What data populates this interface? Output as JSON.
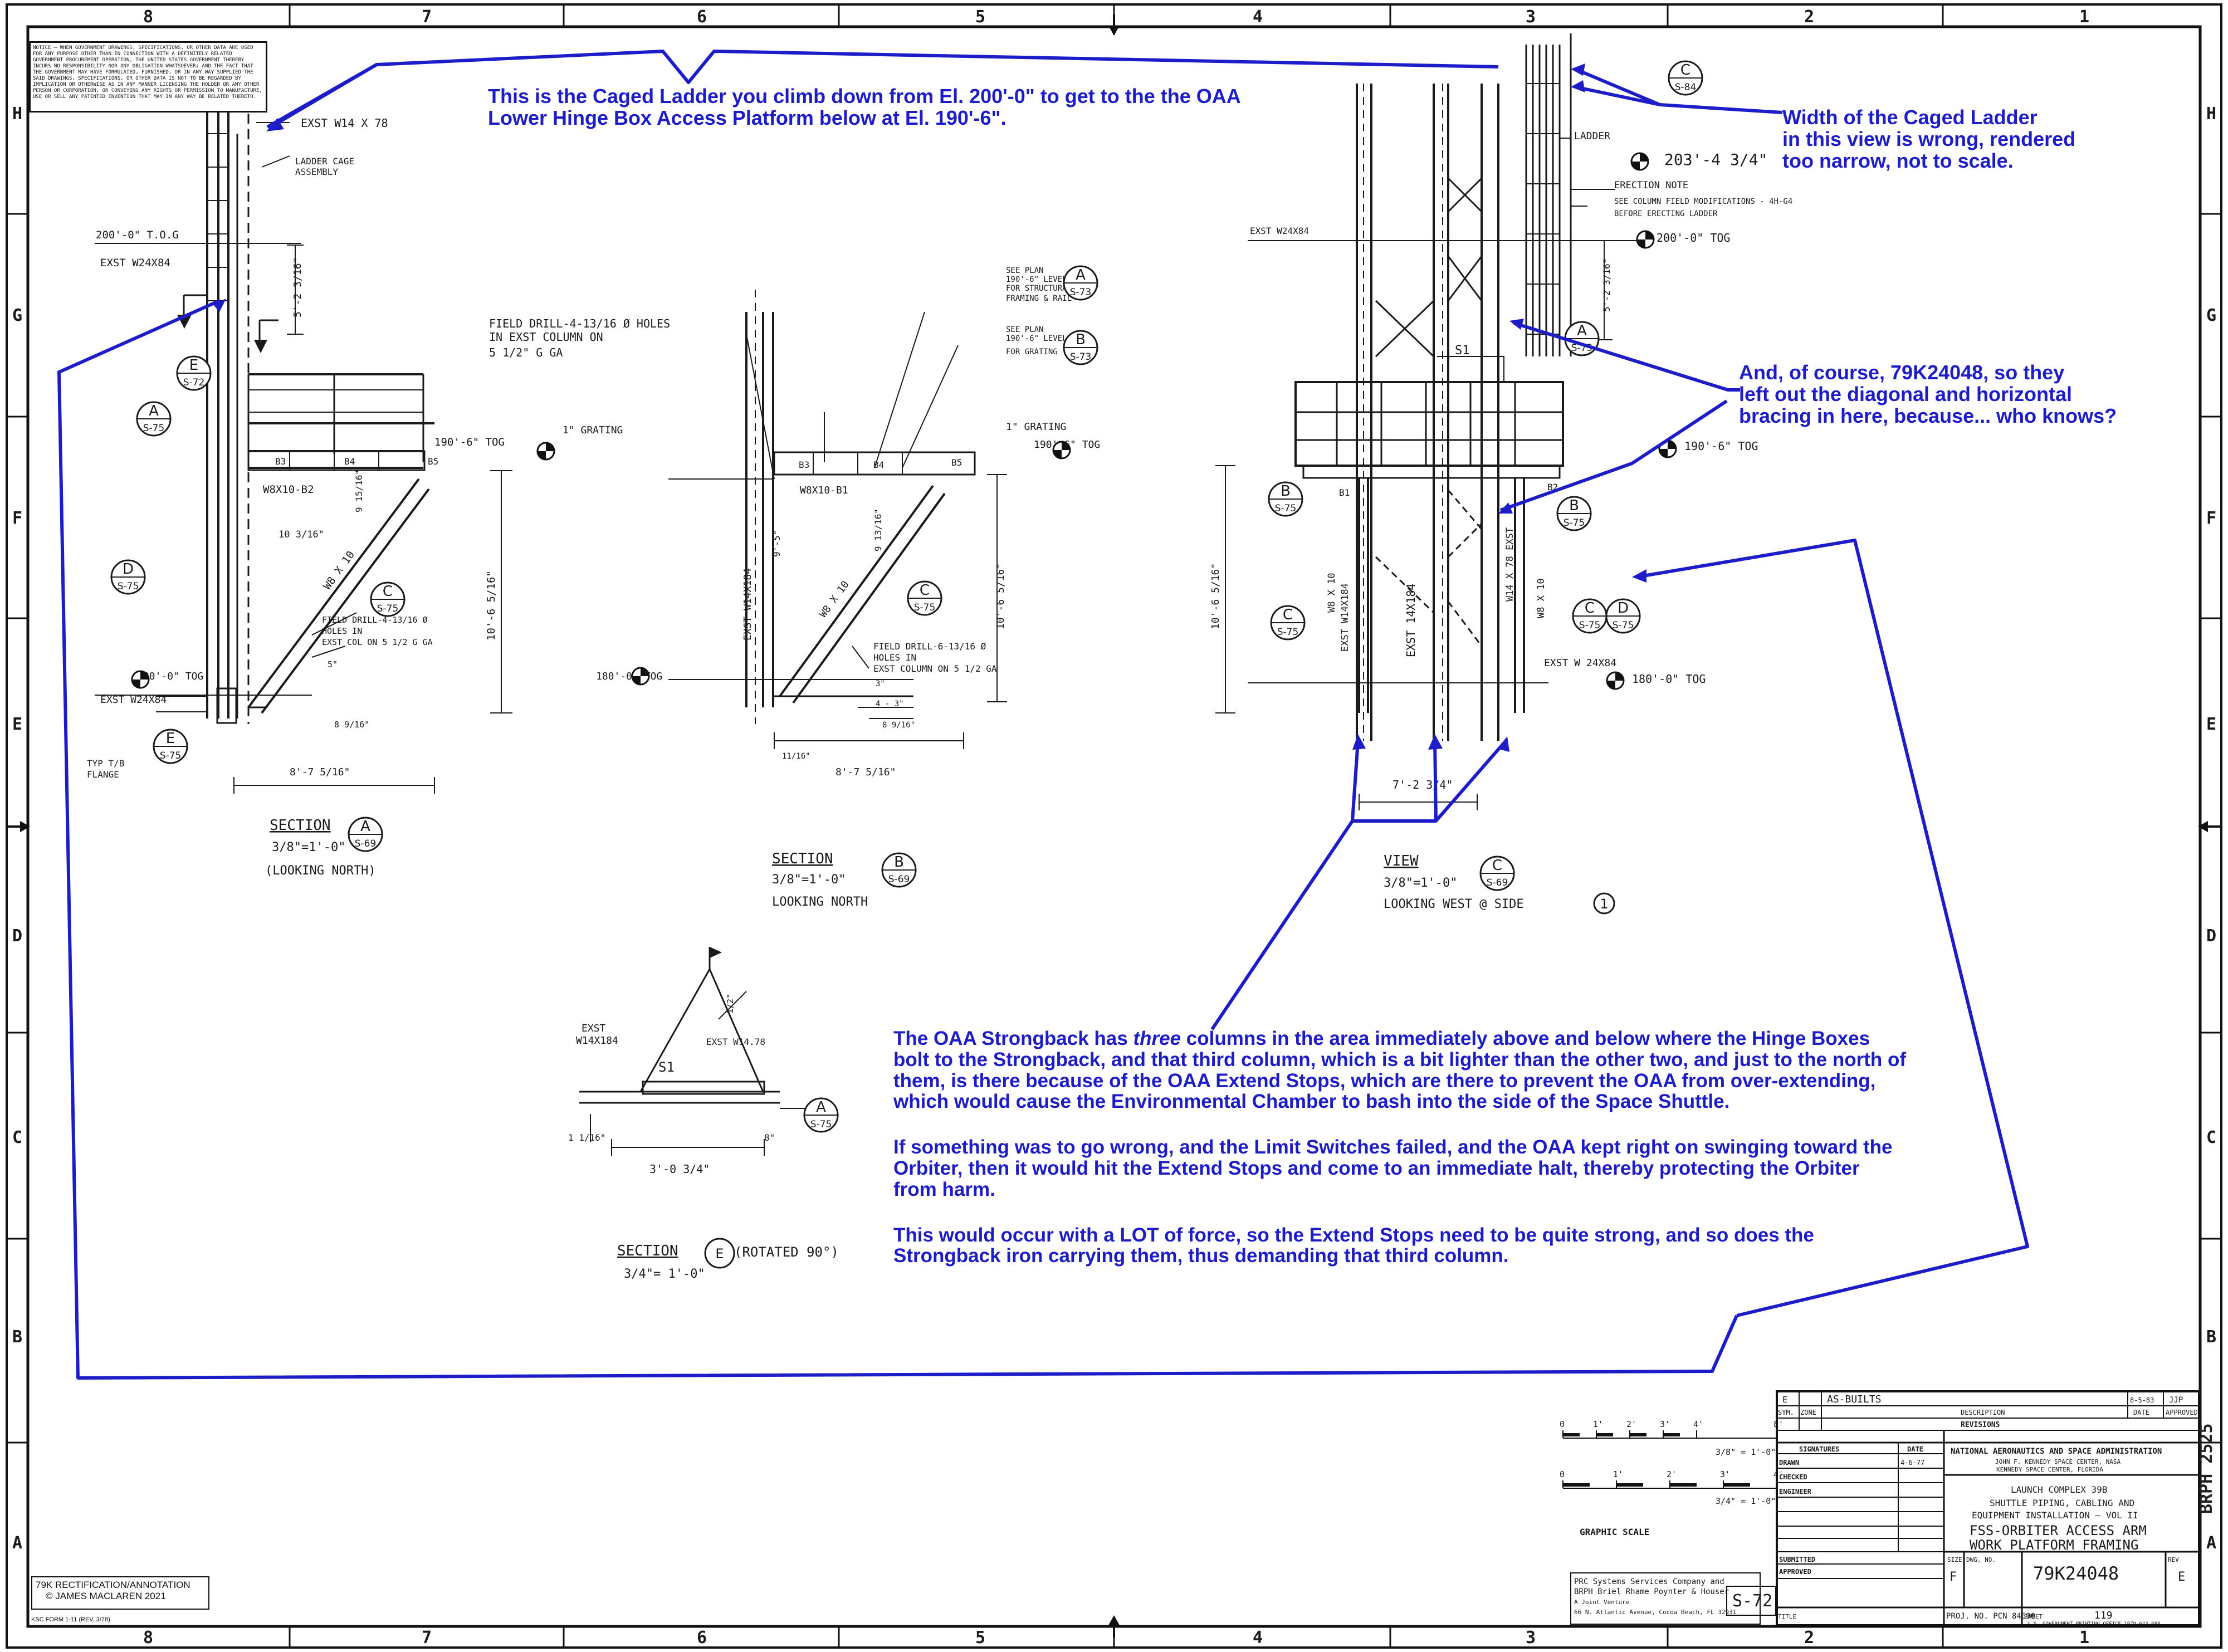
{
  "border": {
    "columns": [
      "8",
      "7",
      "6",
      "5",
      "4",
      "3",
      "2",
      "1"
    ],
    "rows": [
      "H",
      "G",
      "F",
      "E",
      "D",
      "C",
      "B",
      "A"
    ]
  },
  "warning_notice": "NOTICE — WHEN GOVERNMENT DRAWINGS, SPECIFICATIONS, OR OTHER DATA ARE USED FOR ANY PURPOSE OTHER THAN IN CONNECTION WITH A DEFINITELY RELATED GOVERNMENT PROCUREMENT OPERATION, THE UNITED STATES GOVERNMENT THEREBY INCURS NO RESPONSIBILITY NOR ANY OBLIGATION WHATSOEVER; AND THE FACT THAT THE GOVERNMENT MAY HAVE FORMULATED, FURNISHED, OR IN ANY WAY SUPPLIED THE SAID DRAWINGS, SPECIFICATIONS, OR OTHER DATA IS NOT TO BE REGARDED BY IMPLICATION OR OTHERWISE AS IN ANY MANNER LICENSING THE HOLDER OR ANY OTHER PERSON OR CORPORATION, OR CONVEYING ANY RIGHTS OR PERMISSION TO MANUFACTURE, USE OR SELL ANY PATENTED INVENTION THAT MAY IN ANY WAY BE RELATED THERETO.",
  "section_a": {
    "exst_top": "EXST W14 X 78",
    "ladder_cage": "LADDER CAGE",
    "assembly": "ASSEMBLY",
    "tog200": "200'-0\" T.O.G",
    "exst_w24": "EXST W24X84",
    "dim_5_2": "5'-2 3/16\"",
    "grating": "1\" GRATING",
    "tog190": "190'-6\" TOG",
    "b3": "B3",
    "b4": "B4",
    "b5": "B5",
    "w8_b2": "W8X10-B2",
    "w8_diag": "W8 X 10",
    "dim_10_3": "10 3/16\"",
    "dim_9": "9 15/16\"",
    "field_drill_1": "FIELD DRILL-4-13/16 Ø",
    "field_drill_2": "HOLES IN",
    "field_drill_3": "EXST COL ON 5 1/2 G GA",
    "dim_10_6": "10'-6 5/16\"",
    "tog180": "180'-0\" TOG",
    "exst_w24_b": "EXST W24X84",
    "typ_1": "TYP T/B",
    "typ_2": "FLANGE",
    "dim_8_7": "8'-7 5/16\"",
    "dim_5": "5\"",
    "dim_8": "8 9/16\"",
    "title": "SECTION",
    "scale": "3/8\"=1'-0\"",
    "looking": "(LOOKING NORTH)"
  },
  "section_b": {
    "field_drill_1": "FIELD DRILL-4-13/16 Ø HOLES",
    "field_drill_2": "IN EXST COLUMN ON",
    "field_drill_3": "5 1/2\" G GA",
    "see_plan_a_1": "SEE PLAN",
    "see_plan_a_2": "190'-6\" LEVEL",
    "see_plan_a_3": "FOR STRUCTURAL",
    "see_plan_a_4": "FRAMING & RAIL",
    "see_plan_b_1": "SEE PLAN",
    "see_plan_b_2": "190'-6\" LEVEL",
    "see_plan_b_3": "FOR GRATING",
    "grating": "1\" GRATING",
    "tog190": "190'-6\" TOG",
    "b3": "B3",
    "b4": "B4",
    "b5": "B5",
    "w8_b1": "W8X10-B1",
    "exst_col": "EXST W14X184",
    "w8_diag": "W8 X 10",
    "dim_9_5": "9'-5\"",
    "dim_9": "9 13/16\"",
    "dim_10_6": "10'-6 5/16\"",
    "tog180": "180'-0\" TOG",
    "field_drill_b1": "FIELD DRILL-6-13/16 Ø",
    "field_drill_b2": "HOLES IN",
    "field_drill_b3": "EXST COLUMN ON 5 1/2 GA",
    "dim_3": "3\"",
    "dim_4_3": "4 - 3\"",
    "dim_8": "8 9/16\"",
    "dim_11": "11/16\"",
    "dim_8_7": "8'-7 5/16\"",
    "title": "SECTION",
    "scale": "3/8\"=1'-0\"",
    "looking": "LOOKING NORTH"
  },
  "view_c": {
    "ladder": "LADDER",
    "el_203": "203'-4 3/4\"",
    "erection_note": "ERECTION NOTE",
    "erection_note_2": "SEE COLUMN FIELD MODIFICATIONS - 4H-G4",
    "erection_note_3": "BEFORE ERECTING LADDER",
    "exst_w24": "EXST W24X84",
    "tog200": "200'-0\" TOG",
    "dim_5_2": "5'-2 3/16\"",
    "s1": "S1",
    "tog190": "190'-6\" TOG",
    "b1": "B1",
    "b2": "B2",
    "w8_a": "W8 X 10",
    "exst_col_a": "EXST W14X184",
    "exst_col_b": "EXST 14X184",
    "w14_78": "W14 X 78 EXST",
    "w8_b": "W8 X 10",
    "exst_w24_b": "EXST W 24X84",
    "tog180": "180'-0\" TOG",
    "dim_10_6": "10'-6 5/16\"",
    "dim_7_2": "7'-2 3/4\"",
    "title": "VIEW",
    "scale": "3/8\"=1'-0\"",
    "looking": "LOOKING WEST @ SIDE"
  },
  "section_e": {
    "exst_left_1": "EXST",
    "exst_left_2": "W14X184",
    "exst_right": "EXST W14.78",
    "s1": "S1",
    "dim_half": "1/2\"",
    "dim_1": "1 1/16\"",
    "dim_3_0": "3'-0 3/4\"",
    "dim_8": "8\"",
    "title": "SECTION",
    "rotated": "(ROTATED 90°)",
    "scale": "3/4\"= 1'-0\""
  },
  "callouts": {
    "a1": {
      "letter": "A",
      "sheet": "S-75"
    },
    "d1": {
      "letter": "D",
      "sheet": "S-75"
    },
    "e1": {
      "letter": "E",
      "sheet": "S-75"
    },
    "c1": {
      "letter": "C",
      "sheet": "S-75"
    },
    "e_cut": {
      "letter": "E",
      "sheet": "S-72"
    },
    "a_sec": {
      "letter": "A",
      "sheet": "S-69"
    },
    "a73": {
      "letter": "A",
      "sheet": "S-73"
    },
    "b73": {
      "letter": "B",
      "sheet": "S-73"
    },
    "c2": {
      "letter": "C",
      "sheet": "S-75"
    },
    "b_sec": {
      "letter": "B",
      "sheet": "S-69"
    },
    "c84": {
      "letter": "C",
      "sheet": "S-84"
    },
    "a3": {
      "letter": "A",
      "sheet": "S-75"
    },
    "b3": {
      "letter": "B",
      "sheet": "S-75"
    },
    "b4": {
      "letter": "B",
      "sheet": "S-75"
    },
    "c3": {
      "letter": "C",
      "sheet": "S-75"
    },
    "c4": {
      "letter": "C",
      "sheet": "S-75"
    },
    "d3": {
      "letter": "D",
      "sheet": "S-75"
    },
    "c_view": {
      "letter": "C",
      "sheet": "S-69"
    },
    "e_sec": {
      "letter": "E",
      "sheet": ""
    },
    "a_e": {
      "letter": "A",
      "sheet": "S-75"
    },
    "side_1": {
      "letter": "1",
      "sheet": ""
    }
  },
  "annotations": {
    "ladder": "This is the Caged Ladder you climb down from El. 200'-0\" to get to the the OAA Lower Hinge Box Access Platform below at El. 190'-6\".",
    "width_1": "Width of the Caged Ladder",
    "width_2": "in this view is wrong, rendered",
    "width_3": "too narrow, not to scale.",
    "bracing_1": "And, of course, 79K24048, so they",
    "bracing_2": "left out the diagonal and horizontal",
    "bracing_3": "bracing in here, because... who knows?",
    "strongback_a": "The OAA Strongback has ",
    "strongback_em": "three",
    "strongback_b": " columns in the area immediately above and below where the Hinge Boxes bolt to the Strongback, and that third column, which is a bit lighter than the other two, and just to the north of them, is there because of the OAA Extend Stops, which are there to prevent the OAA from over-extending, which would cause the Environmental Chamber to bash into the side of the Space Shuttle.",
    "limit": "If something was to go wrong, and the Limit Switches failed, and the OAA kept right on swinging toward the Orbiter, then it would hit the Extend Stops and come to an immediate halt, thereby protecting the Orbiter from harm.",
    "force": "This would occur with a LOT of force, so the Extend Stops need to be quite strong, and so does the Strongback iron carrying them, thus demanding that third column."
  },
  "graphic_scale": {
    "top_ticks": [
      "0",
      "1'",
      "2'",
      "3'",
      "4'",
      "8'"
    ],
    "top_label": "3/8\" = 1'-0\"",
    "bottom_ticks": [
      "0",
      "1'",
      "2'",
      "3'",
      "4'"
    ],
    "bottom_label": "3/4\" = 1'-0\"",
    "title": "GRAPHIC SCALE"
  },
  "title_block": {
    "rev_letter": "E",
    "rev_desc": "AS-BUILTS",
    "rev_date": "8-5-83",
    "rev_by": "JJP",
    "sym": "SYM.",
    "zone": "ZONE",
    "description": "DESCRIPTION",
    "date": "DATE",
    "approved": "APPROVED",
    "revisions": "REVISIONS",
    "signatures": "SIGNATURES",
    "sig_date": "DATE",
    "drawn": "DRAWN",
    "checked": "CHECKED",
    "engineer": "ENGINEER",
    "submitted": "SUBMITTED",
    "approved_label": "APPROVED",
    "drawn_date": "4-6-77",
    "nasa": "NATIONAL AERONAUTICS AND SPACE ADMINISTRATION",
    "ksc_1": "JOHN F. KENNEDY SPACE CENTER, NASA",
    "ksc_2": "KENNEDY SPACE CENTER, FLORIDA",
    "lc": "LAUNCH COMPLEX 39B",
    "project_1": "SHUTTLE PIPING, CABLING AND",
    "project_2": "EQUIPMENT INSTALLATION — VOL II",
    "dwg_title_1": "FSS-ORBITER ACCESS ARM",
    "dwg_title_2": "WORK PLATFORM FRAMING",
    "size_label": "SIZE",
    "size": "F",
    "dwg_no_label": "DWG. NO.",
    "dwg_no": "79K24048",
    "rev_label": "REV",
    "rev": "E",
    "title_label": "TITLE",
    "proj_no": "PROJ. NO. PCN 84690",
    "sheet_label": "SHEET",
    "sheet": "119",
    "sheet_no": "S-72",
    "brph_vertical": "BRPH 2525",
    "gpo": "U.S. GOVERNMENT PRINTING OFFICE 1979-643-688",
    "prc_1": "PRC Systems Services Company and",
    "prc_2": "BRPH Briel Rhame Poynter & Houser",
    "prc_3": "A Joint Venture",
    "prc_4": "66 N. Atlantic Avenue, Cocoa Beach, FL 32931"
  },
  "footer": {
    "rect_1": "79K RECTIFICATION/ANNOTATION",
    "rect_2": "© JAMES MACLAREN 2021",
    "ksc_form": "KSC FORM 1-11 (REV. 3/78)"
  },
  "colors": {
    "annotation": "#1c1cc8",
    "ink": "#1a1a1a"
  }
}
